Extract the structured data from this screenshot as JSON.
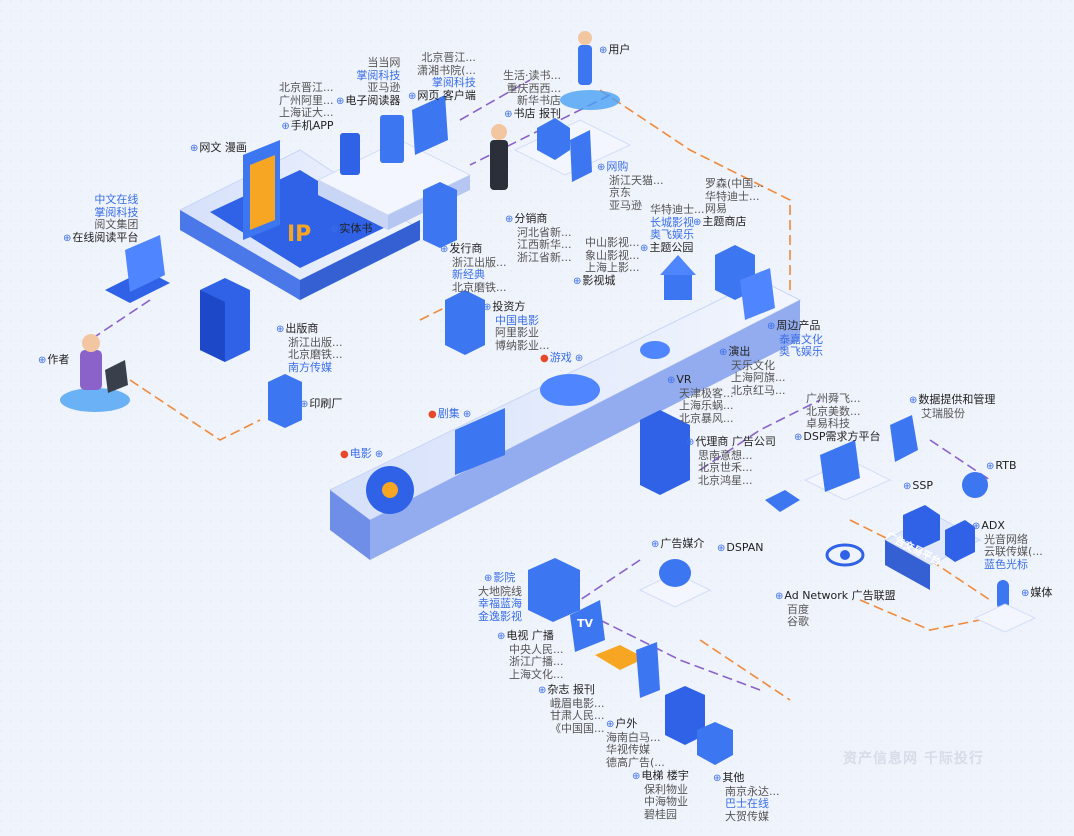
{
  "groups": {
    "user": {
      "title": "用户",
      "items": []
    },
    "web_client": {
      "title": "网页 客户端",
      "items": [
        {
          "text": "北京晋江...",
          "hl": false
        },
        {
          "text": "潇湘书院(...",
          "hl": false
        },
        {
          "text": "掌阅科技",
          "hl": true
        }
      ]
    },
    "ereader": {
      "title": "电子阅读器",
      "items": [
        {
          "text": "当当网",
          "hl": false
        },
        {
          "text": "掌阅科技",
          "hl": true
        },
        {
          "text": "亚马逊",
          "hl": false
        }
      ]
    },
    "mobile_app": {
      "title": "手机APP",
      "items": [
        {
          "text": "北京晋江...",
          "hl": false
        },
        {
          "text": "广州阿里...",
          "hl": false
        },
        {
          "text": "上海证大...",
          "hl": false
        }
      ]
    },
    "bookstore": {
      "title": "书店 报刊",
      "items": [
        {
          "text": "生活·读书...",
          "hl": false
        },
        {
          "text": "重庆西西...",
          "hl": false
        },
        {
          "text": "新华书店",
          "hl": false
        }
      ]
    },
    "webnovel": {
      "title": "网文 漫画",
      "items": []
    },
    "online_platform": {
      "title": "在线阅读平台",
      "items": [
        {
          "text": "中文在线",
          "hl": true
        },
        {
          "text": "掌阅科技",
          "hl": true
        },
        {
          "text": "阅文集团",
          "hl": false
        }
      ]
    },
    "physical_book": {
      "title": "实体书",
      "items": []
    },
    "distributor": {
      "title": "分销商",
      "items": [
        {
          "text": "河北省新...",
          "hl": false
        },
        {
          "text": "江西新华...",
          "hl": false
        },
        {
          "text": "浙江省新...",
          "hl": false
        }
      ]
    },
    "eshop": {
      "title": "网购",
      "items": [
        {
          "text": "浙江天猫...",
          "hl": false
        },
        {
          "text": "京东",
          "hl": false
        },
        {
          "text": "亚马逊",
          "hl": false
        }
      ]
    },
    "theme_store": {
      "title": "主题商店",
      "items": [
        {
          "text": "罗森(中国...",
          "hl": false
        },
        {
          "text": "华特迪士...",
          "hl": false
        },
        {
          "text": "网易",
          "hl": false
        }
      ]
    },
    "theme_park": {
      "title": "主题公园",
      "items": [
        {
          "text": "华特迪士...",
          "hl": false
        },
        {
          "text": "长城影视",
          "hl": true
        },
        {
          "text": "奥飞娱乐",
          "hl": true
        }
      ]
    },
    "publisher_dist": {
      "title": "发行商",
      "items": [
        {
          "text": "浙江出版...",
          "hl": false
        },
        {
          "text": "新经典",
          "hl": true
        },
        {
          "text": "北京磨铁...",
          "hl": false
        }
      ]
    },
    "film_city": {
      "title": "影视城",
      "items": [
        {
          "text": "中山影视...",
          "hl": false
        },
        {
          "text": "象山影视...",
          "hl": false
        },
        {
          "text": "上海上影...",
          "hl": false
        }
      ]
    },
    "author": {
      "title": "作者",
      "items": []
    },
    "publisher": {
      "title": "出版商",
      "items": [
        {
          "text": "浙江出版...",
          "hl": false
        },
        {
          "text": "北京磨铁...",
          "hl": false
        },
        {
          "text": "南方传媒",
          "hl": true
        }
      ]
    },
    "investor": {
      "title": "投资方",
      "items": [
        {
          "text": "中国电影",
          "hl": true
        },
        {
          "text": "阿里影业",
          "hl": false
        },
        {
          "text": "博纳影业...",
          "hl": false
        }
      ]
    },
    "merch": {
      "title": "周边产品",
      "items": [
        {
          "text": "泰嘉文化",
          "hl": true
        },
        {
          "text": "奥飞娱乐",
          "hl": true
        }
      ]
    },
    "game": {
      "title": "游戏",
      "items": []
    },
    "performance": {
      "title": "演出",
      "items": [
        {
          "text": "天乐文化",
          "hl": false
        },
        {
          "text": "上海阿旗...",
          "hl": false
        },
        {
          "text": "北京红马...",
          "hl": false
        }
      ]
    },
    "printer": {
      "title": "印刷厂",
      "items": []
    },
    "vr": {
      "title": "VR",
      "items": [
        {
          "text": "天津极客...",
          "hl": false
        },
        {
          "text": "上海乐蜗...",
          "hl": false
        },
        {
          "text": "北京暴风...",
          "hl": false
        }
      ]
    },
    "drama": {
      "title": "剧集",
      "items": []
    },
    "dsp": {
      "title": "DSP需求方平台",
      "items": [
        {
          "text": "广州舜飞...",
          "hl": false
        },
        {
          "text": "北京美数...",
          "hl": false
        },
        {
          "text": "卓易科技",
          "hl": false
        }
      ]
    },
    "data_provider": {
      "title": "数据提供和管理",
      "items": [
        {
          "text": "艾瑞股份",
          "hl": false
        }
      ]
    },
    "agency": {
      "title": "代理商 广告公司",
      "items": [
        {
          "text": "思南意想...",
          "hl": false
        },
        {
          "text": "北京世禾...",
          "hl": false
        },
        {
          "text": "北京鸿星...",
          "hl": false
        }
      ]
    },
    "movie": {
      "title": "电影",
      "items": []
    },
    "rtb": {
      "title": "RTB",
      "items": []
    },
    "ssp": {
      "title": "SSP",
      "items": []
    },
    "adx": {
      "title": "ADX",
      "items": [
        {
          "text": "光音网络",
          "hl": false
        },
        {
          "text": "云联传媒(...",
          "hl": false
        },
        {
          "text": "蓝色光标",
          "hl": true
        }
      ]
    },
    "dspan": {
      "title": "DSPAN",
      "items": []
    },
    "ad_media": {
      "title": "广告媒介",
      "items": []
    },
    "ad_network": {
      "title": "Ad Network 广告联盟",
      "items": [
        {
          "text": "百度",
          "hl": false
        },
        {
          "text": "谷歌",
          "hl": false
        }
      ]
    },
    "media": {
      "title": "媒体",
      "items": []
    },
    "cinema": {
      "title": "影院",
      "items": [
        {
          "text": "大地院线",
          "hl": false
        },
        {
          "text": "幸福蓝海",
          "hl": true
        },
        {
          "text": "金逸影视",
          "hl": true
        }
      ]
    },
    "tv": {
      "title": "电视 广播",
      "items": [
        {
          "text": "中央人民...",
          "hl": false
        },
        {
          "text": "浙江广播...",
          "hl": false
        },
        {
          "text": "上海文化...",
          "hl": false
        }
      ]
    },
    "magazine": {
      "title": "杂志 报刊",
      "items": [
        {
          "text": "峨眉电影...",
          "hl": false
        },
        {
          "text": "甘肃人民...",
          "hl": false
        },
        {
          "text": "《中国国...",
          "hl": false
        }
      ]
    },
    "outdoor": {
      "title": "户外",
      "items": [
        {
          "text": "海南白马...",
          "hl": false
        },
        {
          "text": "华视传媒",
          "hl": false
        },
        {
          "text": "德高广告(...",
          "hl": false
        }
      ]
    },
    "elevator": {
      "title": "电梯 楼宇",
      "items": [
        {
          "text": "保利物业",
          "hl": false
        },
        {
          "text": "中海物业",
          "hl": false
        },
        {
          "text": "碧桂园",
          "hl": false
        }
      ]
    },
    "other": {
      "title": "其他",
      "items": [
        {
          "text": "南京永达...",
          "hl": false
        },
        {
          "text": "巴士在线",
          "hl": true
        },
        {
          "text": "大贺传媒",
          "hl": false
        }
      ]
    }
  },
  "decor": {
    "ip_text": "IP",
    "ad_platform_text": "广告交易平台",
    "tv_text": "TV",
    "watermark": "资产信息网 千际投行"
  },
  "colors": {
    "accent": "#3a6ee8",
    "highlight": "#e8492b",
    "dash_orange": "#f08a3c",
    "dash_purple": "#8a62c9"
  }
}
